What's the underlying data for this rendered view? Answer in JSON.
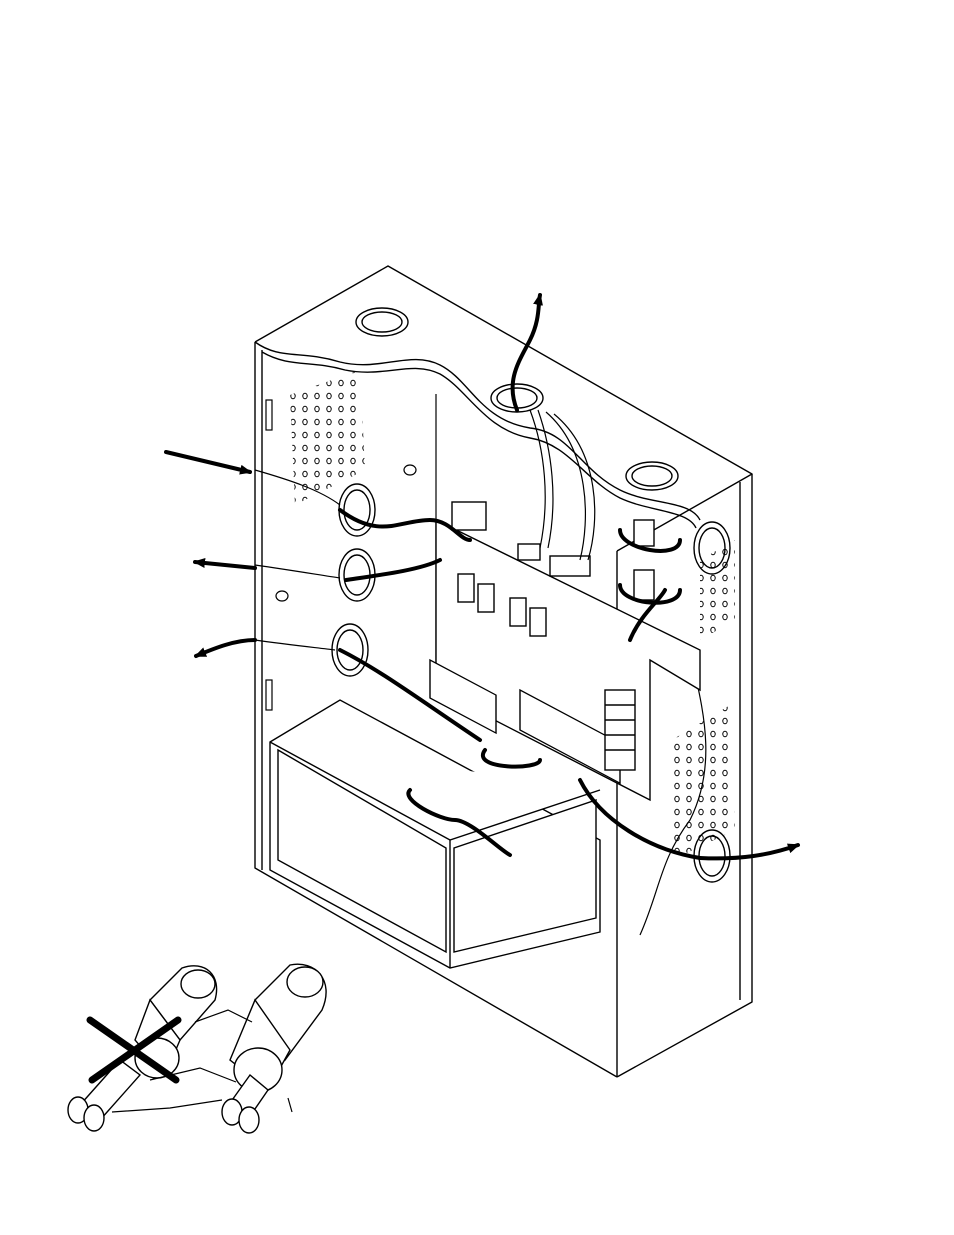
{
  "figure": {
    "kind": "line-drawing",
    "subject_icon": "enclosure-wiring-diagram-icon",
    "stroke_color": "#000000",
    "background_color": "#ffffff",
    "printed_text": []
  },
  "arrows": [
    {
      "id": "top-exit-arrow",
      "direction": "up"
    },
    {
      "id": "left-entry-arrow",
      "direction": "right"
    },
    {
      "id": "left-exit-arrow-upper",
      "direction": "left"
    },
    {
      "id": "left-exit-arrow-lower",
      "direction": "left"
    },
    {
      "id": "right-exit-arrow",
      "direction": "right"
    }
  ],
  "inset": {
    "icons": [
      "incorrect-cable-icon",
      "correct-cable-icon",
      "cross-mark-icon"
    ]
  }
}
